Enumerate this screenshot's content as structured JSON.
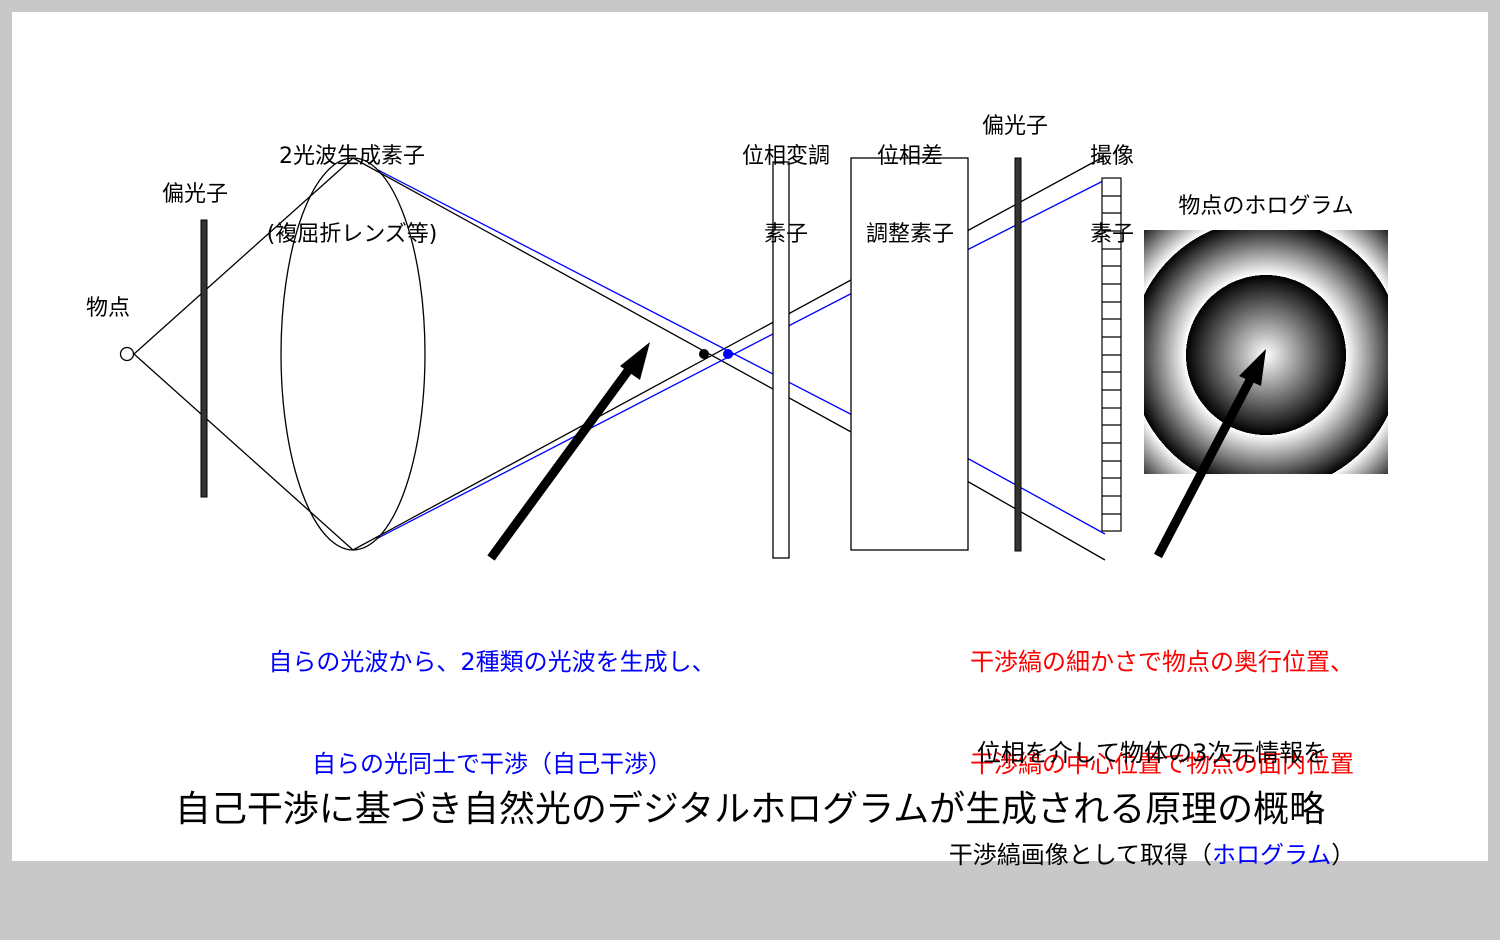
{
  "labels": {
    "object_point": "物点",
    "polarizer_1": "偏光子",
    "two_wave_element_line1": "2光波生成素子",
    "two_wave_element_line2": "(複屈折レンズ等)",
    "phase_modulator_line1": "位相変調",
    "phase_modulator_line2": "素子",
    "phase_diff_line1": "位相差",
    "phase_diff_line2": "調整素子",
    "polarizer_2": "偏光子",
    "image_sensor_line1": "撮像",
    "image_sensor_line2": "素子",
    "hologram_title": "物点のホログラム"
  },
  "notes": {
    "self_interference_line1": "自らの光波から、2種類の光波を生成し、",
    "self_interference_line2": "自らの光同士で干渉（自己干渉）",
    "fringe_line1": "干渉縞の細かさで物点の奥行位置、",
    "fringe_line2": "干渉縞の中心位置で物点の面内位置",
    "acquire_line1": "位相を介して物体の3次元情報を",
    "acquire_line2_prefix": "干渉縞画像として取得（",
    "acquire_line2_highlight": "ホログラム",
    "acquire_line2_suffix": "）"
  },
  "caption": "自己干渉に基づき自然光のデジタルホログラムが生成される原理の概略",
  "colors": {
    "beam_a": "#000000",
    "beam_b": "#0000ff",
    "note_blue": "#0000ff",
    "note_red": "#ff0000",
    "background": "#ffffff",
    "frame": "#c8c8c8"
  }
}
